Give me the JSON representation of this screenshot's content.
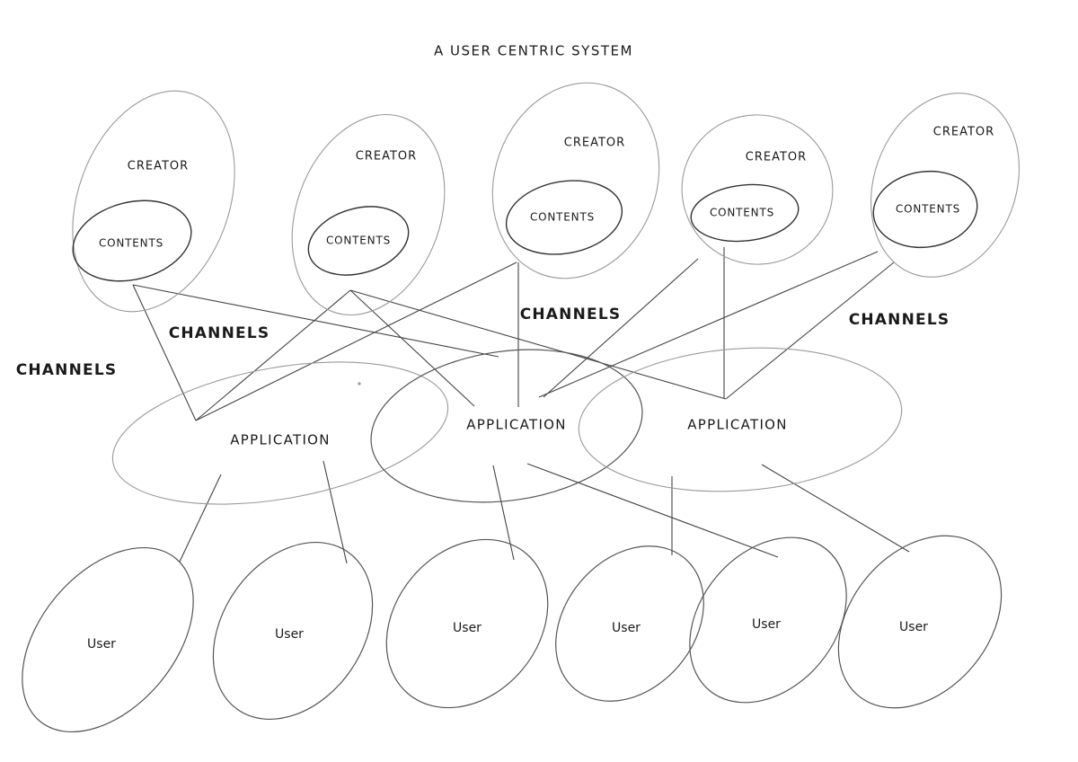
{
  "title": "A USER CENTRIC SYSTEM",
  "creators": [
    {
      "label": "CREATOR",
      "content_label": "CONTENTS"
    },
    {
      "label": "CREATOR",
      "content_label": "CONTENTS"
    },
    {
      "label": "CREATOR",
      "content_label": "CONTENTS"
    },
    {
      "label": "CREATOR",
      "content_label": "CONTENTS"
    },
    {
      "label": "CREATOR",
      "content_label": "CONTENTS"
    }
  ],
  "channels": [
    "CHANNELS",
    "CHANNELS",
    "CHANNELS",
    "CHANNELS"
  ],
  "applications": [
    {
      "label": "APPLICATION"
    },
    {
      "label": "APPLICATION"
    },
    {
      "label": "APPLICATION"
    }
  ],
  "users": [
    {
      "label": "User"
    },
    {
      "label": "User"
    },
    {
      "label": "User"
    },
    {
      "label": "User"
    },
    {
      "label": "User"
    },
    {
      "label": "User"
    }
  ]
}
